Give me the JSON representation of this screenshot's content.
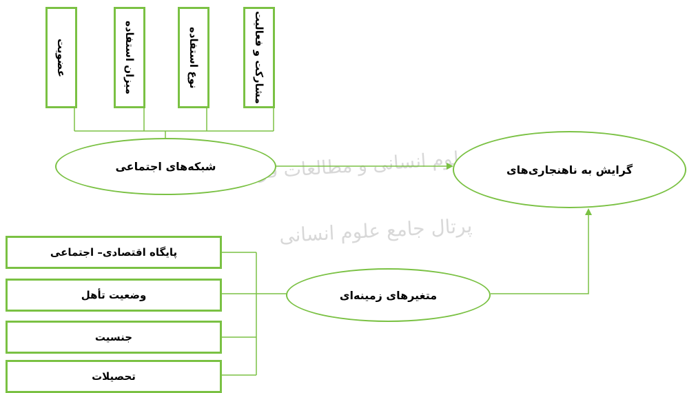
{
  "colors": {
    "border": "#7ac143",
    "connector": "#7ac143",
    "watermark": "#d8d8d8"
  },
  "social_network_factors": [
    "عضویت",
    "میزان استفاده",
    "نوع استفاده",
    "مشارکت و فعالیت"
  ],
  "social_networks_label": "شبکه‌های اجتماعی",
  "outcome_label": "گرایش به ناهنجاری‌های",
  "contextual_variables_label": "متغیرهای زمینه‌ای",
  "contextual_factors": [
    "پایگاه اقتصادی– اجتماعی",
    "وضعیت تأهل",
    "جنسیت",
    "تحصیلات"
  ],
  "watermark": {
    "line1": "پژوهشگاه علوم انسانی و مطالعات فرهنگی",
    "line2": "پرتال جامع علوم انسانی"
  }
}
